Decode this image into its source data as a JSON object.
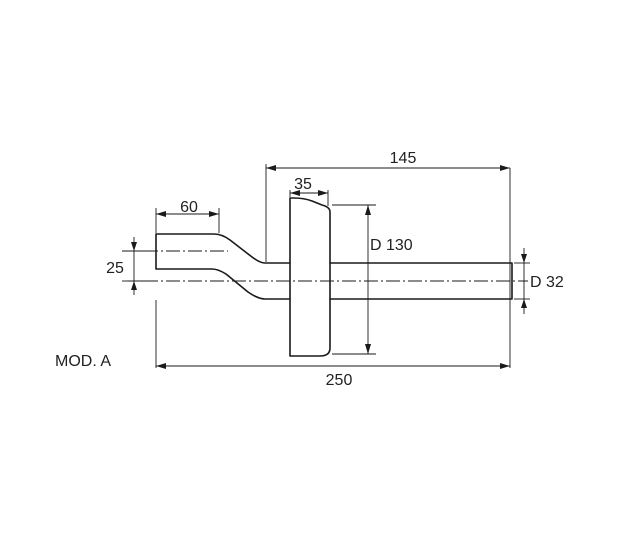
{
  "model_label": "MOD. A",
  "dimensions": {
    "overall_length": "250",
    "right_length": "145",
    "flange_width": "35",
    "inlet_length": "60",
    "offset": "25",
    "flange_diameter": "D 130",
    "outlet_diameter": "D 32"
  },
  "colors": {
    "line": "#1a1a1a",
    "text": "#222222",
    "background": "#ffffff"
  }
}
